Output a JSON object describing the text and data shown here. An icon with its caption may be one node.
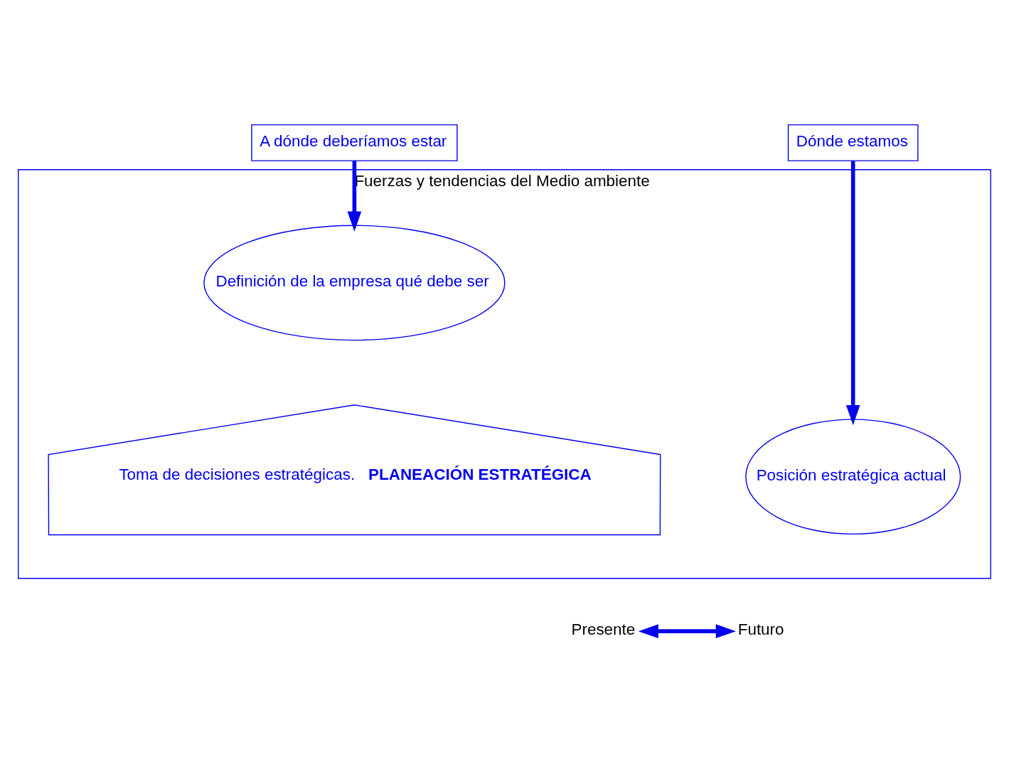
{
  "diagram": {
    "nodes": [
      {
        "text": [
          "Fuerzas y tendencias del Medio ambiente"
        ]
      },
      {
        "text": [
          "Dónde estamos"
        ]
      },
      {
        "text": [
          "A dónde deberíamos estar"
        ]
      },
      {
        "text": [
          "Posición estratégica actual"
        ],
        "in": 0
      },
      {
        "text": [
          "Definición de la empresa qué debe ser"
        ],
        "in": 0
      },
      {
        "text": [
          "Toma de decisiones estratégicas.  **PLANEACIÓN ESTRATÉGICA**"
        ],
        "in": 0
      },
      {
        "text": [
          "Presente"
        ]
      },
      {
        "text": [
          "Futuro"
        ]
      }
    ],
    "edges": [
      {
        "from": 1,
        "to": 3,
        "arrow": "to"
      },
      {
        "from": 2,
        "to": 4,
        "arrow": "to"
      },
      {
        "from": 6,
        "to": 7,
        "arrow": "both"
      }
    ]
  }
}
